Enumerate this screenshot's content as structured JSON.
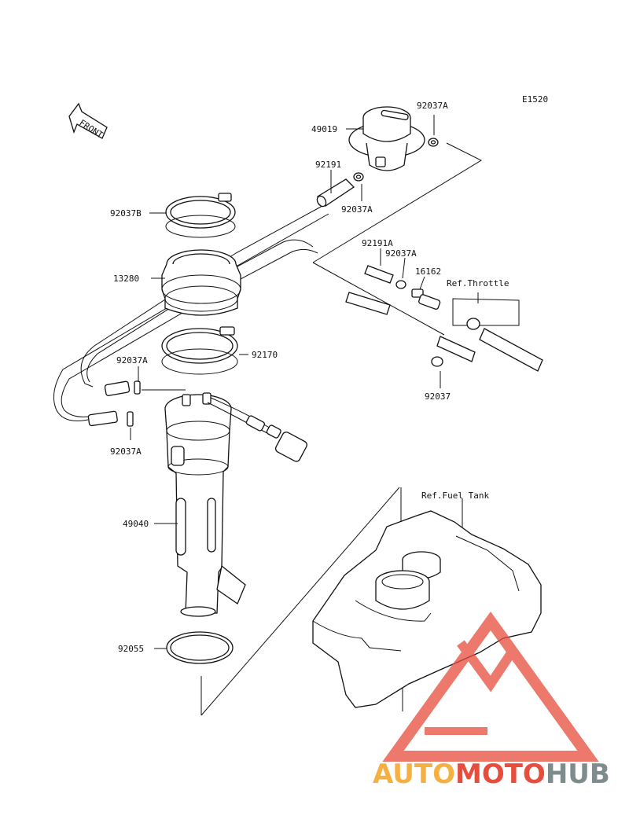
{
  "diagram_code": "E1520",
  "front_label": "FRONT",
  "parts": {
    "p92037A_top": "92037A",
    "p49019": "49019",
    "p92191": "92191",
    "p92037A_mid": "92037A",
    "p92037B": "92037B",
    "p13280": "13280",
    "p92191A": "92191A",
    "p92037A_r": "92037A",
    "p16162": "16162",
    "ref_throttle": "Ref.Throttle",
    "p92170": "92170",
    "p92037A_l1": "92037A",
    "p92037A_l2": "92037A",
    "p92037": "92037",
    "ref_fuel_tank": "Ref.Fuel Tank",
    "p49040": "49040",
    "p92055": "92055"
  },
  "watermark": {
    "part1": "AUTO",
    "part2": "MOTO",
    "part3": "HUB",
    "color_orange": "#f5b041",
    "color_red": "#e74c3c",
    "color_grey": "#7f8c8d"
  }
}
